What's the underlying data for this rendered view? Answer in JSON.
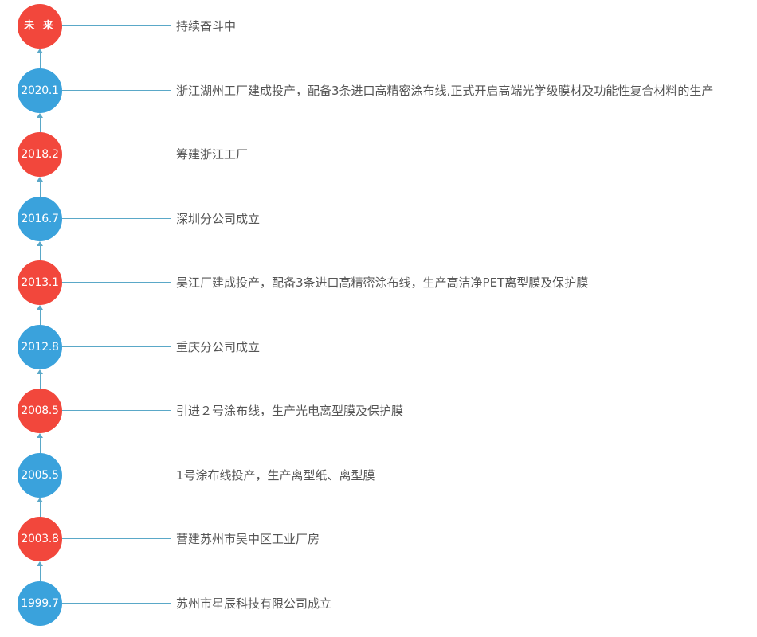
{
  "timeline": {
    "events": [
      {
        "date": "未 来",
        "text": "持续奋斗中",
        "color": "red"
      },
      {
        "date": "2020.1",
        "text": "浙江湖州工厂建成投产，配备3条进口高精密涂布线,正式开启高端光学级膜材及功能性复合材料的生产",
        "color": "blue"
      },
      {
        "date": "2018.2",
        "text": "筹建浙江工厂",
        "color": "red"
      },
      {
        "date": "2016.7",
        "text": "深圳分公司成立",
        "color": "blue"
      },
      {
        "date": "2013.1",
        "text": "吴江厂建成投产，配备3条进口高精密涂布线，生产高洁净PET离型膜及保护膜",
        "color": "red"
      },
      {
        "date": "2012.8",
        "text": "重庆分公司成立",
        "color": "blue"
      },
      {
        "date": "2008.5",
        "text": "引进２号涂布线，生产光电离型膜及保护膜",
        "color": "red"
      },
      {
        "date": "2005.5",
        "text": "1号涂布线投产，生产离型纸、离型膜",
        "color": "blue"
      },
      {
        "date": "2003.8",
        "text": "营建苏州市吴中区工业厂房",
        "color": "red"
      },
      {
        "date": "1999.7",
        "text": "苏州市星辰科技有限公司成立",
        "color": "blue"
      }
    ],
    "colors": {
      "red": "#f2473c",
      "blue": "#3aa2dc",
      "line": "#5aa8c8",
      "text": "#555555"
    },
    "icons": {
      "connector": "arrow-up-icon"
    }
  }
}
